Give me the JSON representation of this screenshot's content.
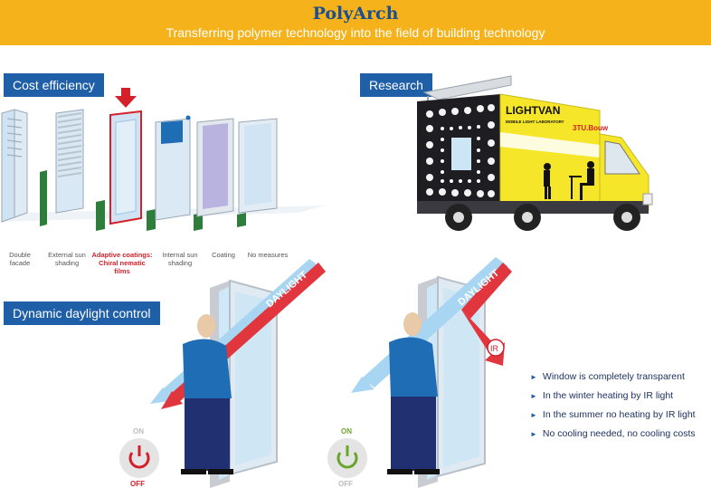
{
  "header": {
    "title": "PolyArch",
    "subtitle": "Transferring polymer technology into the field of building technology"
  },
  "sections": {
    "cost": "Cost efficiency",
    "research": "Research",
    "dynamic": "Dynamic daylight control"
  },
  "shading_options": [
    {
      "line1": "Double",
      "line2": "facade",
      "line3": ""
    },
    {
      "line1": "External sun",
      "line2": "shading",
      "line3": ""
    },
    {
      "line1": "Adaptive coatings:",
      "line2": "Chiral nematic",
      "line3": "films"
    },
    {
      "line1": "Internal sun",
      "line2": "shading",
      "line3": ""
    },
    {
      "line1": "Coating",
      "line2": "",
      "line3": ""
    },
    {
      "line1": "No measures",
      "line2": "",
      "line3": ""
    }
  ],
  "van": {
    "name": "LIGHTVAN",
    "tagline": "MOBILE LIGHT LABORATORY",
    "logo": "3TU.Bouw"
  },
  "scenes": {
    "daylight": "DAYLIGHT",
    "ir": "IR",
    "on": "ON",
    "off": "OFF"
  },
  "bullets": [
    "Window is completely transparent",
    "In the winter heating by IR light",
    "In the summer no heating by IR light",
    "No cooling needed, no cooling costs"
  ],
  "colors": {
    "banner": "#f6b21b",
    "title": "#1c4f8e",
    "label_bg": "#1f5fa8",
    "highlight": "#d4202a",
    "on_green": "#6aa62e",
    "van_yellow": "#f5e629"
  }
}
